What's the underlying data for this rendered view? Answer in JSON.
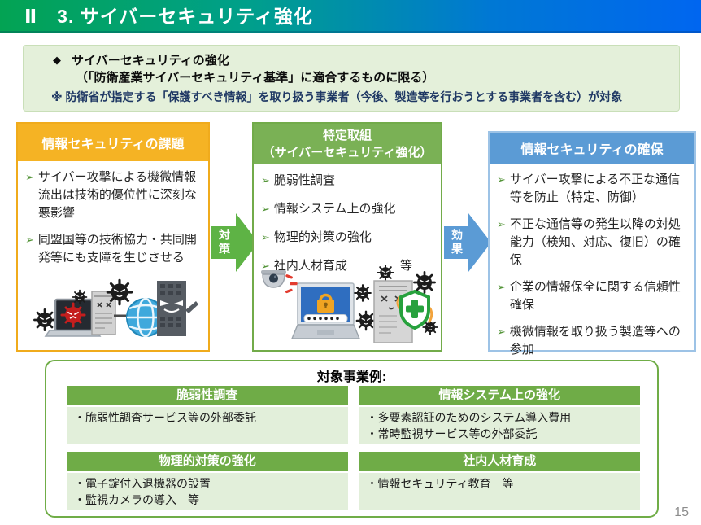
{
  "header": {
    "title": "Ⅱ　3. サイバーセキュリティ強化",
    "gradient_from": "#03a353",
    "gradient_to": "#0066f0"
  },
  "summary_box": {
    "diamond_icon": "◆",
    "line1": "サイバーセキュリティの強化",
    "line2": "（「防衛産業サイバーセキュリティ基準」に適合するものに限る）",
    "note": "※ 防衛省が指定する「保護すべき情報」を取り扱う事業者（今後、製造等を行おうとする事業者を含む）が対象",
    "background": "#e4f0da",
    "note_color": "#1f3864"
  },
  "flow": {
    "bullet_char": "➢",
    "bullet_color": "#55953a",
    "columns": [
      {
        "id": "issues",
        "title": "情報セキュリティの課題",
        "header_color": "#f5b324",
        "border_color": "#f0ab1c",
        "items": [
          "サイバー攻撃による機微情報流出は技術的優位性に深刻な悪影響",
          "同盟国等の技術協力・共同開発等にも支障を生じさせる"
        ],
        "illustration": "cyber-attack-illustration"
      },
      {
        "id": "initiatives",
        "title_line1": "特定取組",
        "title_line2": "（サイバーセキュリティ強化）",
        "header_color": "#7ab155",
        "border_color": "#72ab4a",
        "items": [
          "脆弱性調査",
          "情報システム上の強化",
          "物理的対策の強化",
          "社内人材育成"
        ],
        "etc_label": "等",
        "illustration": "security-protection-illustration"
      },
      {
        "id": "assurance",
        "title": "情報セキュリティの確保",
        "header_color": "#5b9bd5",
        "border_color": "#9dc3e6",
        "items": [
          "サイバー攻撃による不正な通信等を防止（特定、防御）",
          "不正な通信等の発生以降の対処能力（検知、対応、復旧）の確保",
          "企業の情報保全に関する信頼性確保",
          "機微情報を取り扱う製造等への参加"
        ]
      }
    ],
    "arrows": [
      {
        "label": "対策",
        "color": "#5eb345"
      },
      {
        "label": "効果",
        "color": "#5b9bd5"
      }
    ]
  },
  "examples": {
    "title": "対象事業例:",
    "header_color": "#6fac47",
    "body_color": "#e2efda",
    "border_color": "#70ad47",
    "cells": [
      {
        "header": "脆弱性調査",
        "items": [
          "・脆弱性調査サービス等の外部委託",
          ""
        ]
      },
      {
        "header": "情報システム上の強化",
        "items": [
          "・多要素認証のためのシステム導入費用",
          "・常時監視サービス等の外部委託"
        ]
      },
      {
        "header": "物理的対策の強化",
        "items": [
          "・電子錠付入退機器の設置",
          "・監視カメラの導入　等"
        ]
      },
      {
        "header": "社内人材育成",
        "items": [
          "・情報セキュリティ教育　等",
          ""
        ]
      }
    ]
  },
  "page": {
    "number": "15"
  }
}
